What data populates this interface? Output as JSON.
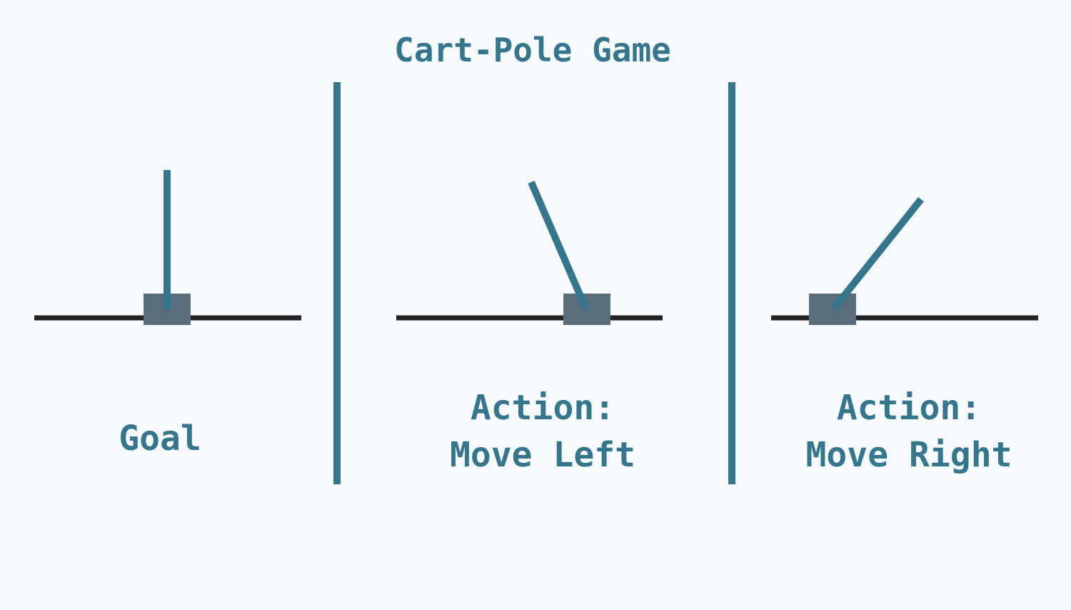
{
  "title": "Cart-Pole Game",
  "colors": {
    "background": "#f7fafd",
    "accent": "#36768d",
    "cart": "#596d7a",
    "track": "#222222"
  },
  "panels": [
    {
      "id": "goal",
      "label_lines": [
        "Goal"
      ],
      "pole_tilt": "upright"
    },
    {
      "id": "move-left",
      "label_lines": [
        "Action:",
        "Move Left"
      ],
      "pole_tilt": "left"
    },
    {
      "id": "move-right",
      "label_lines": [
        "Action:",
        "Move Right"
      ],
      "pole_tilt": "right"
    }
  ]
}
